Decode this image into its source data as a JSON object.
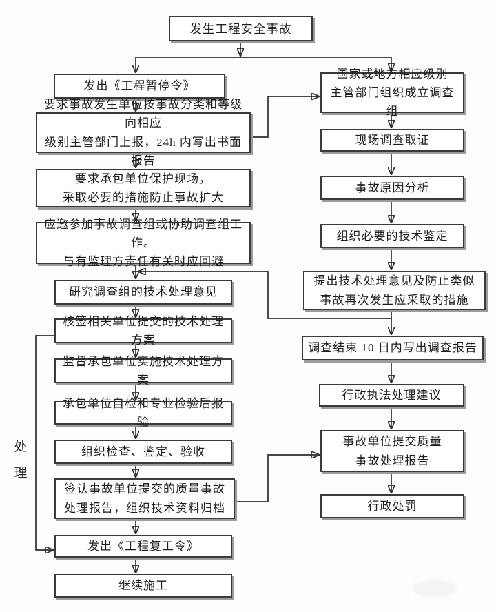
{
  "flowchart": {
    "side_label": "处\n理",
    "colors": {
      "background": "#fdfdfd",
      "node_fill": "#ffffff",
      "node_border": "#3a3a3a",
      "node_shadow": "#9c9c9c",
      "connector": "#2e2e2e",
      "text": "#1e1e1e"
    },
    "nodes": {
      "accident": {
        "label": "发生工程安全事故"
      },
      "suspension": {
        "label": "发出《工程暂停令》"
      },
      "report": {
        "label": "要求事故发生单位按事故分类和等级向相应\n级别主管部门上报，24h 内写出书面报告"
      },
      "protect": {
        "label": "要求承包单位保护现场，\n采取必要的措施防止事故扩大"
      },
      "join": {
        "label": "应邀参加事故调查组或协助调查组工作。\n与有监理方责任有关时应回避"
      },
      "study": {
        "label": "研究调查组的技术处理意见"
      },
      "countersign": {
        "label": "核签相关单位提交的技术处理方案"
      },
      "supervise": {
        "label": "监督承包单位实施技术处理方案"
      },
      "selfcheck": {
        "label": "承包单位自检和专业检验后报验"
      },
      "inspect": {
        "label": "组织检查、鉴定、验收"
      },
      "signoff": {
        "label": "签认事故单位提交的质量事故\n处理报告，组织技术资料归档"
      },
      "resume": {
        "label": "发出《工程复工令》"
      },
      "continue_work": {
        "label": "继续施工"
      },
      "team": {
        "label": "国家或地方相应级别\n主管部门组织成立调查组"
      },
      "evidence": {
        "label": "现场调查取证"
      },
      "cause": {
        "label": "事故原因分析"
      },
      "appraisal": {
        "label": "组织必要的技术鉴定"
      },
      "propose": {
        "label": "提出技术处理意见及防止类似\n事故再次发生应采取的措施"
      },
      "report10": {
        "label": "调查结束 10 日内写出调查报告"
      },
      "enforce": {
        "label": "行政执法处理建议"
      },
      "submit": {
        "label": "事故单位提交质量\n事故处理报告"
      },
      "penalty": {
        "label": "行政处罚"
      }
    },
    "edges": [
      {
        "from": "accident",
        "to": "suspension"
      },
      {
        "from": "accident",
        "to": "team"
      },
      {
        "from": "suspension",
        "to": "report"
      },
      {
        "from": "report",
        "to": "team"
      },
      {
        "from": "report",
        "to": "protect"
      },
      {
        "from": "protect",
        "to": "join"
      },
      {
        "from": "join",
        "to": "study"
      },
      {
        "from": "study",
        "to": "countersign"
      },
      {
        "from": "countersign",
        "to": "supervise"
      },
      {
        "from": "countersign",
        "to": "resume"
      },
      {
        "from": "supervise",
        "to": "selfcheck"
      },
      {
        "from": "selfcheck",
        "to": "inspect"
      },
      {
        "from": "inspect",
        "to": "signoff"
      },
      {
        "from": "signoff",
        "to": "resume"
      },
      {
        "from": "signoff",
        "to": "submit"
      },
      {
        "from": "resume",
        "to": "continue_work"
      },
      {
        "from": "team",
        "to": "evidence"
      },
      {
        "from": "evidence",
        "to": "cause"
      },
      {
        "from": "cause",
        "to": "appraisal"
      },
      {
        "from": "appraisal",
        "to": "propose"
      },
      {
        "from": "propose",
        "to": "report10"
      },
      {
        "from": "propose",
        "to": "study"
      },
      {
        "from": "report10",
        "to": "enforce"
      },
      {
        "from": "enforce",
        "to": "submit"
      },
      {
        "from": "submit",
        "to": "penalty"
      }
    ]
  }
}
